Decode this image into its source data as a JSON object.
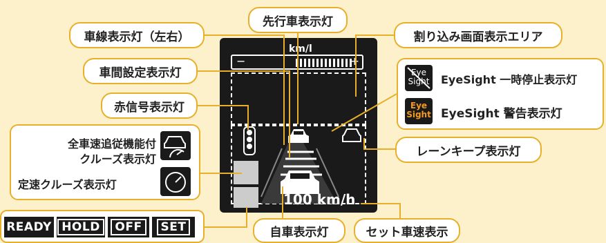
{
  "labels": {
    "preceding_vehicle": "先行車表示灯",
    "lane_indicator": "車線表示灯（左右）",
    "interrupt_area": "割り込み画面表示エリア",
    "distance_setting": "車間設定表示灯",
    "eyesight_pause": "EyeSight 一時停止表示灯",
    "red_signal": "赤信号表示灯",
    "eyesight_warning": "EyeSight 警告表示灯",
    "acc_line1": "全車速追従機能付",
    "acc_line2": "クルーズ表示灯",
    "cruise": "定速クルーズ表示灯",
    "lane_keep": "レーンキープ表示灯",
    "own_vehicle": "自車表示灯",
    "set_speed": "セット車速表示"
  },
  "display": {
    "kml": "km/l",
    "minus": "−",
    "plus": "+",
    "speed": "100 km/h"
  },
  "icons": {
    "eye_line1": "Eye",
    "eye_line2": "Sight"
  },
  "buttons": {
    "ready": "READY",
    "hold": "HOLD",
    "off": "OFF",
    "set": "SET"
  },
  "colors": {
    "background": "#FDF1CC",
    "border": "#E8B02A",
    "eyesight_orange": "#F39A1E"
  }
}
